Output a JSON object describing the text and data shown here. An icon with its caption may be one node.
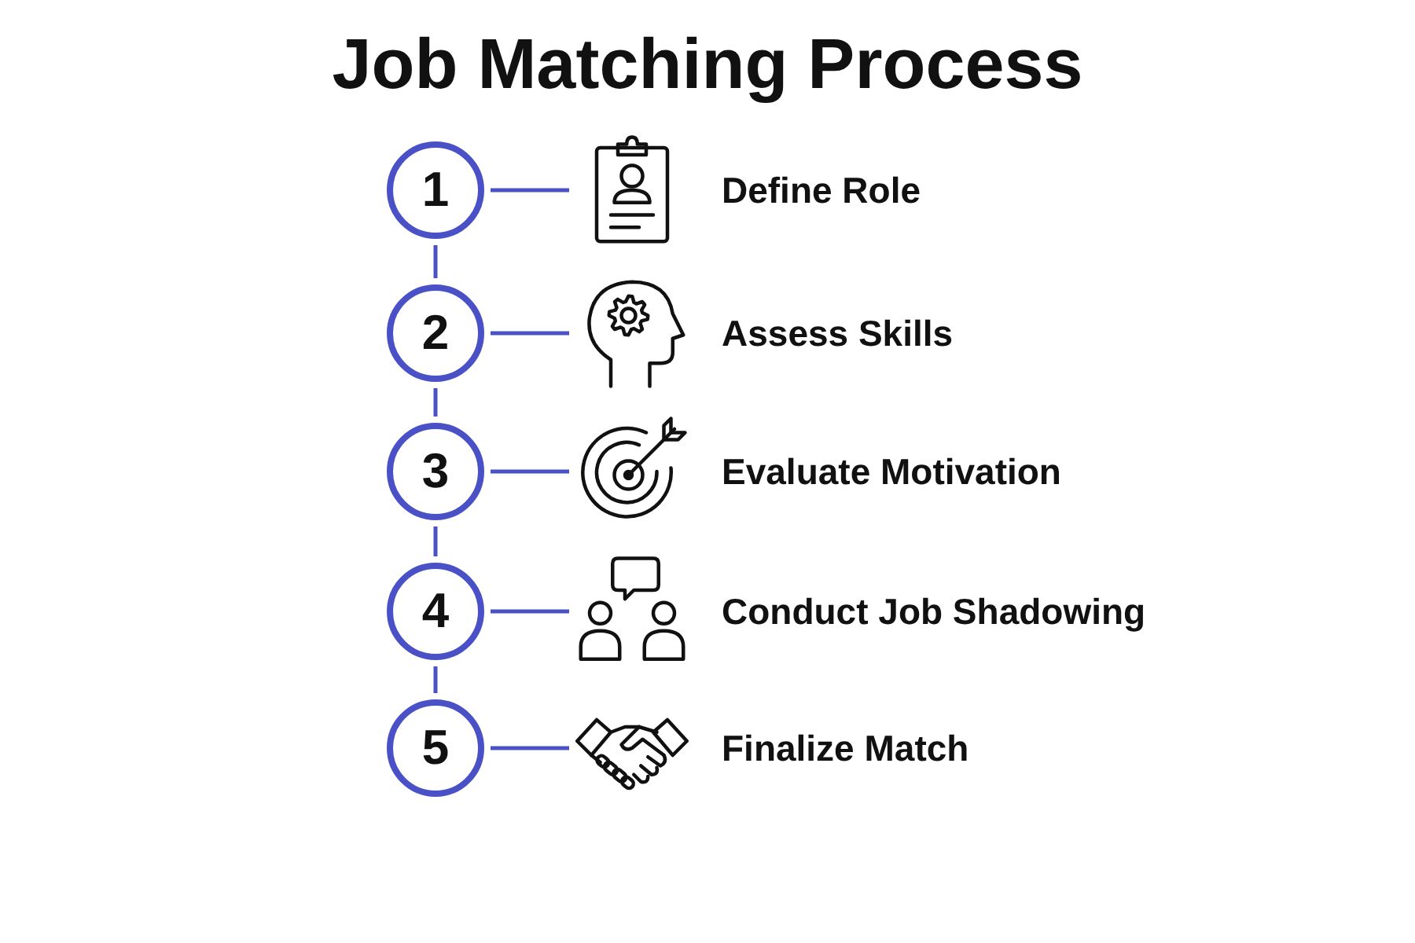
{
  "diagram": {
    "title": "Job Matching Process",
    "nodes": [
      {
        "text": [
          "1"
        ]
      },
      {
        "text": [],
        "shape": "picture",
        "beside": [
          "Define Role"
        ]
      },
      {
        "text": [
          "2"
        ]
      },
      {
        "text": [],
        "shape": "picture",
        "beside": [
          "Assess Skills"
        ]
      },
      {
        "text": [
          "3"
        ]
      },
      {
        "text": [],
        "shape": "picture",
        "beside": [
          "Evaluate Motivation"
        ]
      },
      {
        "text": [
          "4"
        ]
      },
      {
        "text": [],
        "shape": "picture",
        "beside": [
          "Conduct Job Shadowing"
        ]
      },
      {
        "text": [
          "5"
        ]
      },
      {
        "text": [],
        "shape": "picture",
        "beside": [
          "Finalize Match"
        ]
      }
    ],
    "edges": [
      {
        "from": 0,
        "to": 1,
        "arrow": "none"
      },
      {
        "from": 0,
        "to": 2,
        "arrow": "none"
      },
      {
        "from": 2,
        "to": 3,
        "arrow": "none"
      },
      {
        "from": 2,
        "to": 4,
        "arrow": "none"
      },
      {
        "from": 4,
        "to": 5,
        "arrow": "none"
      },
      {
        "from": 4,
        "to": 6,
        "arrow": "none"
      },
      {
        "from": 6,
        "to": 7,
        "arrow": "none"
      },
      {
        "from": 6,
        "to": 8,
        "arrow": "none"
      },
      {
        "from": 8,
        "to": 9,
        "arrow": "none"
      }
    ]
  }
}
